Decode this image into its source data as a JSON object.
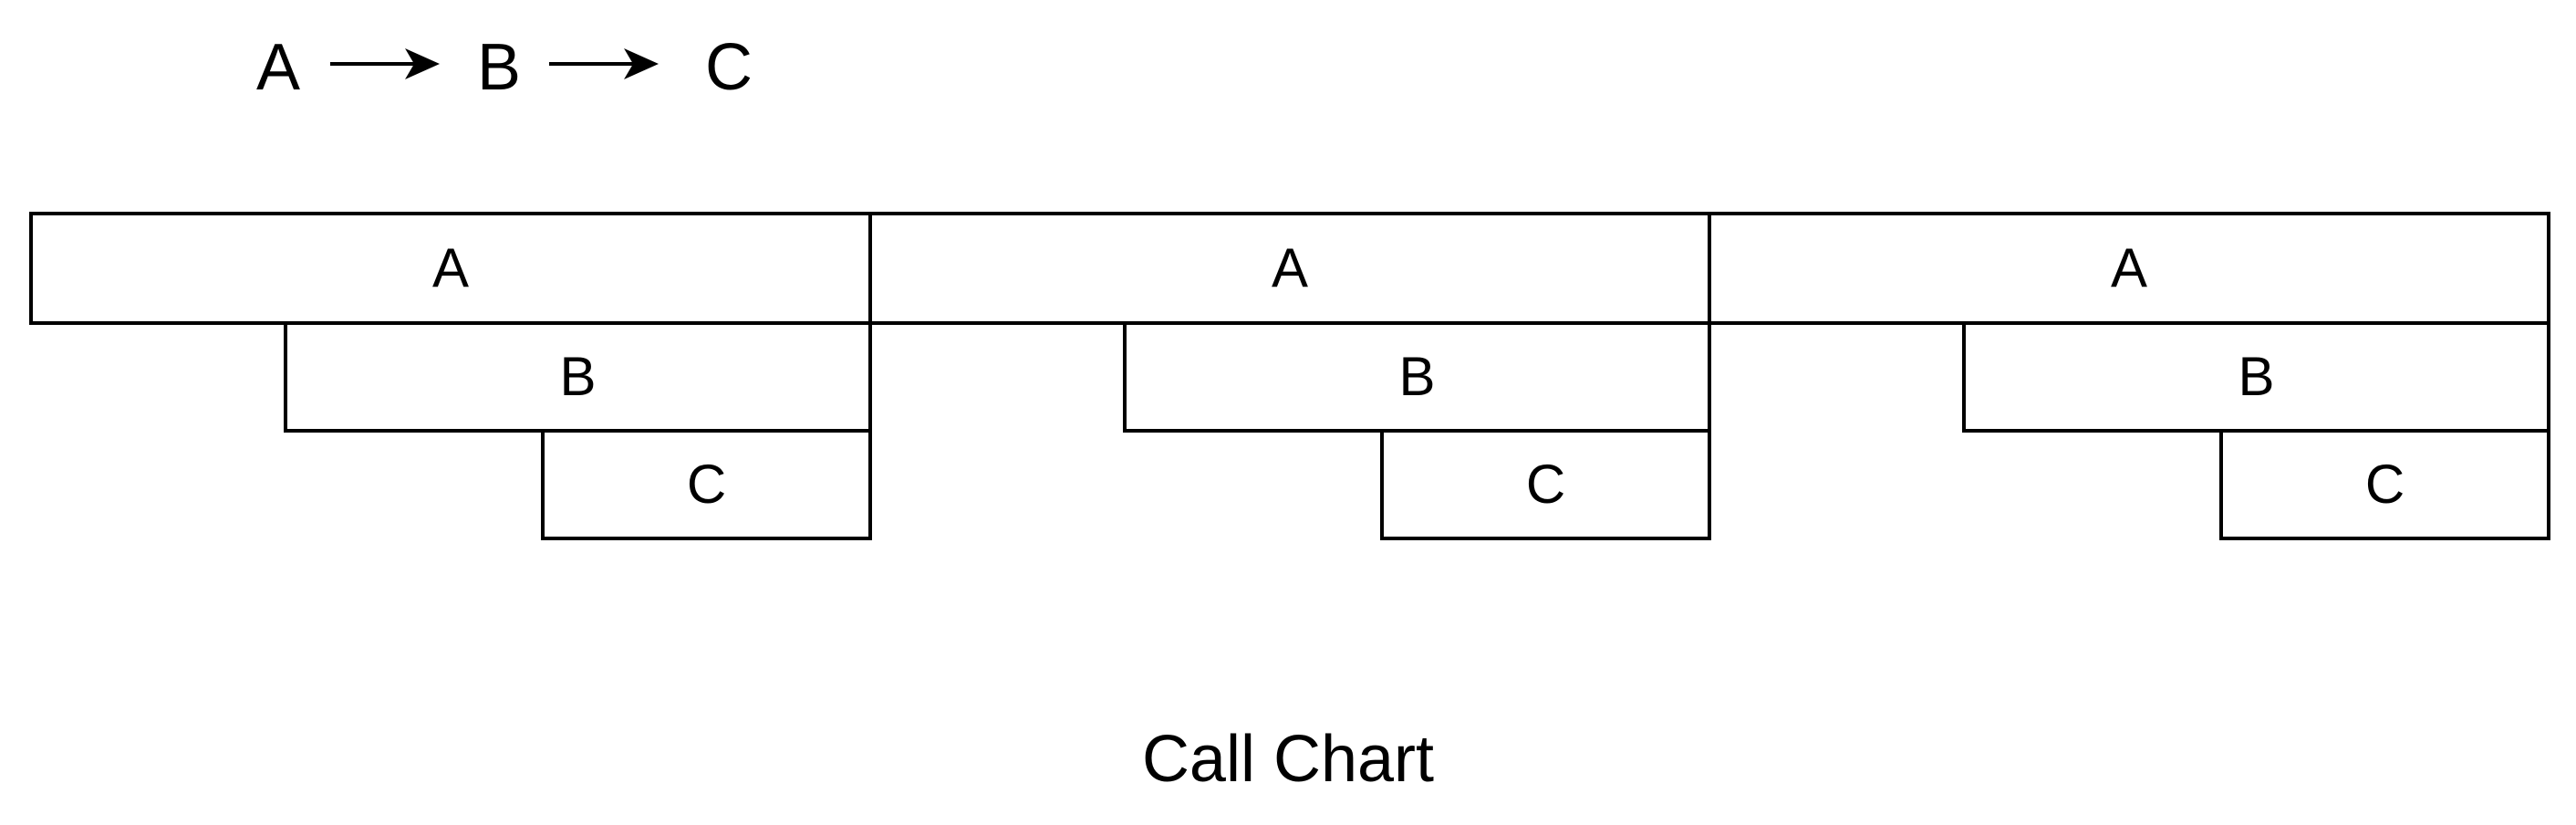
{
  "title": "Call Chart",
  "formula": {
    "sequence": [
      "A",
      "B",
      "C"
    ],
    "arrow_glyph": "→"
  },
  "diagram": {
    "groups": [
      {
        "frames": [
          {
            "label": "A"
          },
          {
            "label": "B"
          },
          {
            "label": "C"
          }
        ]
      },
      {
        "frames": [
          {
            "label": "A"
          },
          {
            "label": "B"
          },
          {
            "label": "C"
          }
        ]
      },
      {
        "frames": [
          {
            "label": "A"
          },
          {
            "label": "B"
          },
          {
            "label": "C"
          }
        ]
      }
    ]
  },
  "colors": {
    "background": "#ffffff",
    "stroke": "#000000",
    "fill": "#ffffff",
    "text": "#000000"
  }
}
